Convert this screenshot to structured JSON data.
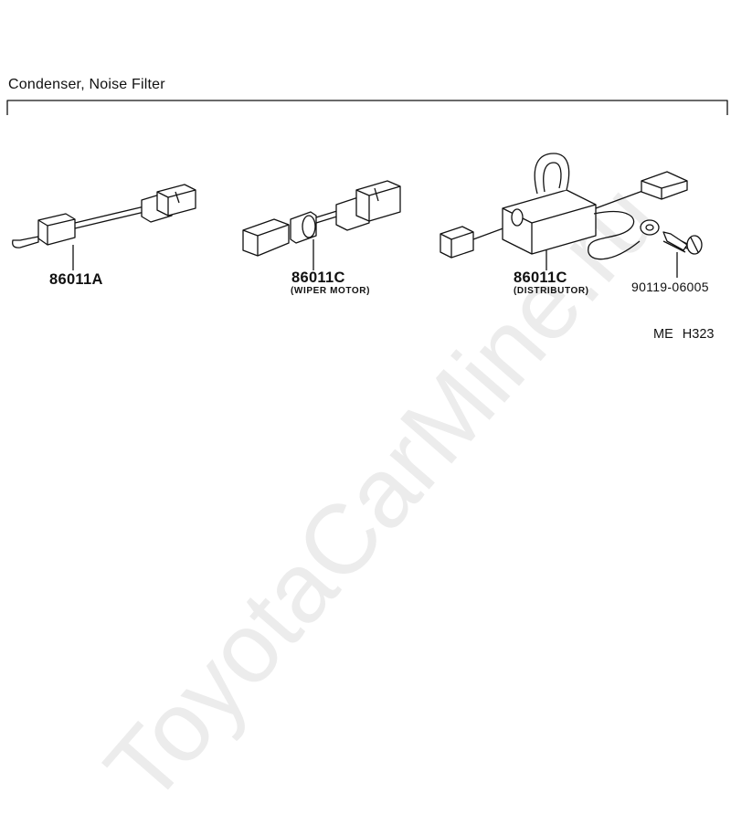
{
  "header": {
    "title": "Condenser, Noise Filter"
  },
  "parts": [
    {
      "number": "86011A",
      "note": ""
    },
    {
      "number": "86011C",
      "note": "(WIPER MOTOR)"
    },
    {
      "number": "86011C",
      "note": "(DISTRIBUTOR)"
    },
    {
      "number": "90119-06005",
      "note": ""
    }
  ],
  "figure_code": "ME  H323",
  "watermark": "ToyotaCarMine.ru"
}
